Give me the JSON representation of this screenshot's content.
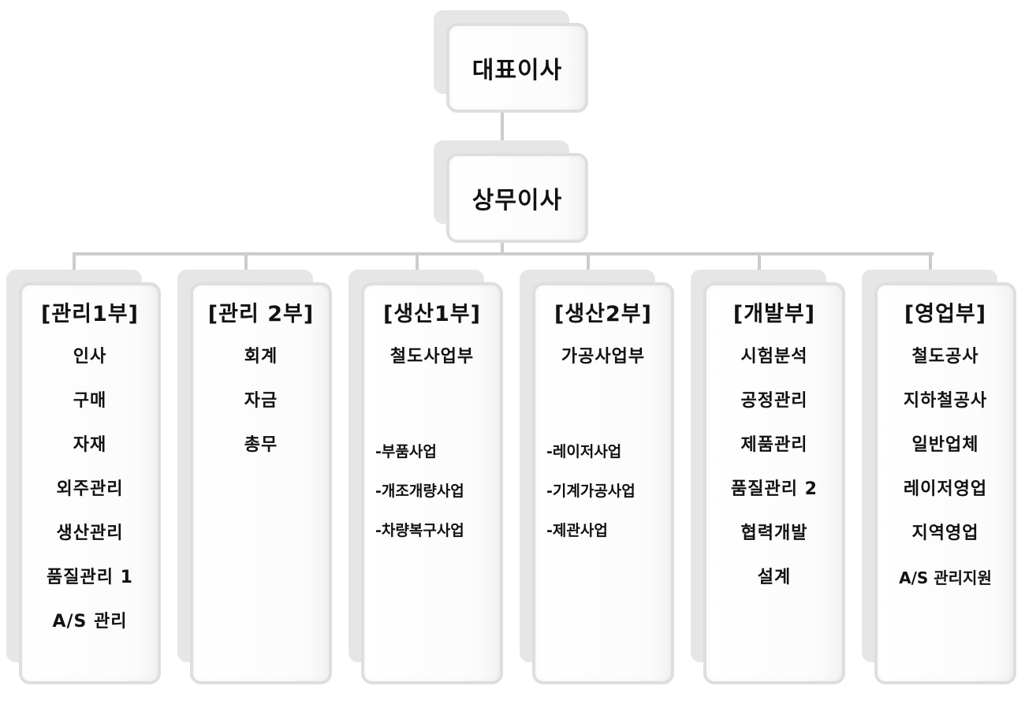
{
  "ceo": {
    "label": "대표이사"
  },
  "director": {
    "label": "상무이사"
  },
  "departments": [
    {
      "title": "[관리1부]",
      "items": [
        "인사",
        "구매",
        "자재",
        "외주관리",
        "생산관리",
        "품질관리 1",
        "A/S 관리"
      ],
      "subitems": []
    },
    {
      "title": "[관리 2부]",
      "items": [
        "회계",
        "자금",
        "총무"
      ],
      "subitems": []
    },
    {
      "title": "[생산1부]",
      "items": [
        "철도사업부"
      ],
      "subitems": [
        "-부품사업",
        "-개조개량사업",
        "-차량복구사업"
      ]
    },
    {
      "title": "[생산2부]",
      "items": [
        "가공사업부"
      ],
      "subitems": [
        "-레이저사업",
        "-기계가공사업",
        "-제관사업"
      ]
    },
    {
      "title": "[개발부]",
      "items": [
        "시험분석",
        "공정관리",
        "제품관리",
        "품질관리 2",
        "협력개발",
        "설계"
      ],
      "subitems": []
    },
    {
      "title": "[영업부]",
      "items": [
        "철도공사",
        "지하철공사",
        "일반업체",
        "레이저영업",
        "지역영업",
        "A/S 관리지원"
      ],
      "subitems": []
    }
  ]
}
